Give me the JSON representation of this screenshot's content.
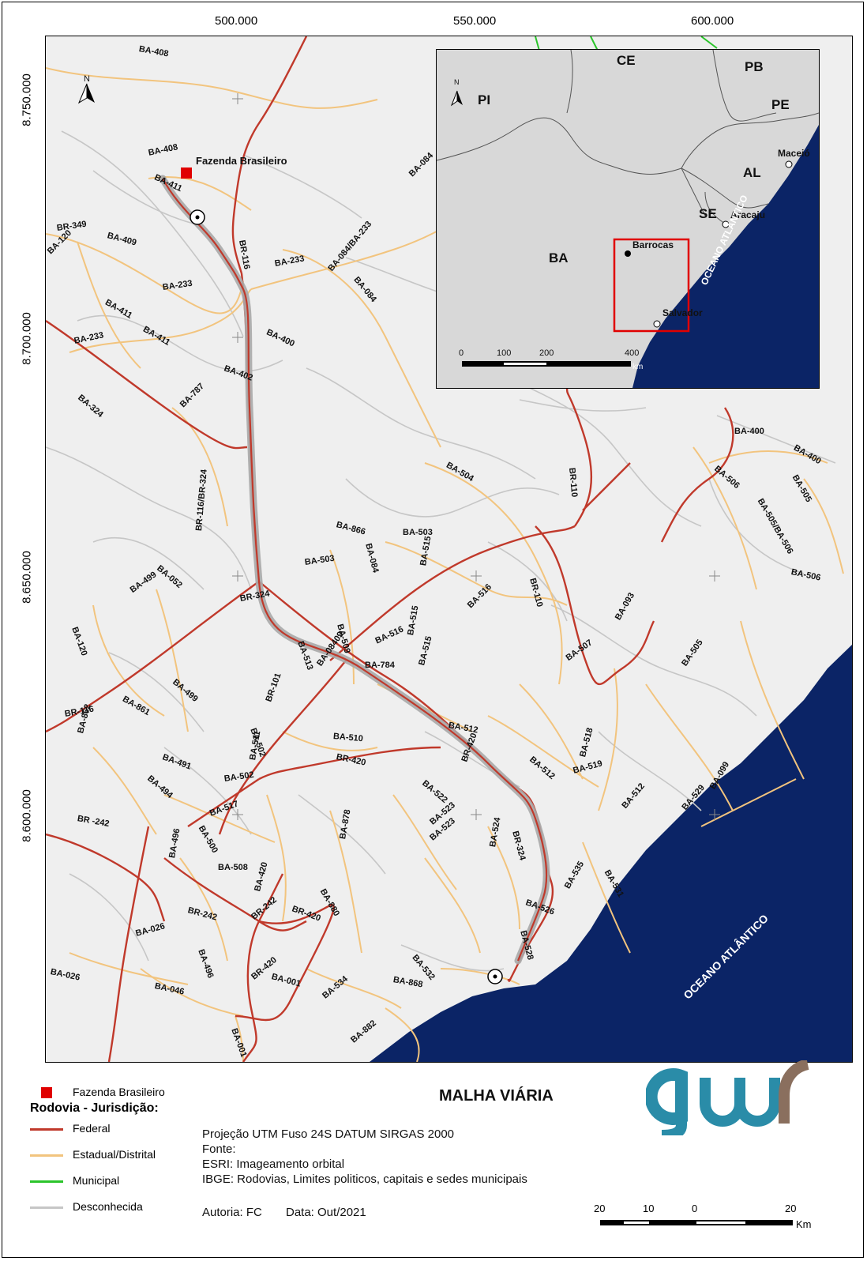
{
  "map": {
    "title": "MALHA VIÁRIA",
    "coords_top": [
      "500.000",
      "550.000",
      "600.000"
    ],
    "coords_left": [
      "8.750.000",
      "8.700.000",
      "8.650.000",
      "8.600.000"
    ],
    "north": "N",
    "site_label": "Fazenda Brasileiro",
    "ocean_label": "OCEANO ATLÂNTICO",
    "road_labels": [
      "BA-408",
      "BA-408",
      "BA-411",
      "BR-349",
      "BA-409",
      "BA-120",
      "BR-116",
      "BA-233",
      "BA-233",
      "BA-084/BA-233",
      "BA-084",
      "BA-084",
      "BA-411",
      "BA-411",
      "BA-233",
      "BA-400",
      "BA-402",
      "BA-787",
      "BA-324",
      "BA-504",
      "BR-110",
      "BA-400",
      "BA-400",
      "BA-505",
      "BA-506",
      "BA-505/BA-506",
      "BA-506",
      "BA-866",
      "BA-084",
      "BA-503",
      "BA-515",
      "BA-503",
      "BR-116/BR-324",
      "BA-052",
      "BA-499",
      "BR-324",
      "BA-120",
      "BA-516",
      "BR-110",
      "BA-093",
      "BA-516",
      "BA-515",
      "BA-509",
      "BA-08409",
      "BA-513",
      "BA-515",
      "BA-784",
      "BA-507",
      "BA-505",
      "BR-101",
      "BA-499",
      "BA-861",
      "BR-116",
      "BA-862",
      "BA-512",
      "BR-420",
      "BA-510",
      "BR-420",
      "BA-502",
      "BA-491",
      "BA-511",
      "BA-502",
      "BA-494",
      "BA-522",
      "BA-523",
      "BA-512",
      "BA-518",
      "BA-519",
      "BA-512",
      "BA-529",
      "BA-099",
      "BR -242",
      "BA-517",
      "BA-500",
      "BA-496",
      "BA-508",
      "BA-420",
      "BA-878",
      "BA-523",
      "BA-524",
      "BR-324",
      "BA-535",
      "BA-531",
      "BA-880",
      "BR-242",
      "BR-242",
      "BR-420",
      "BA-526",
      "BA-026",
      "BA-496",
      "BA-528",
      "BA-532",
      "BA-026",
      "BA-046",
      "BR-420",
      "BA-001",
      "BA-534",
      "BA-868",
      "BA-882",
      "BA-001"
    ]
  },
  "inset": {
    "states": [
      "CE",
      "PB",
      "PE",
      "PI",
      "AL",
      "SE",
      "BA"
    ],
    "cities": [
      "Maceió",
      "Aracaju",
      "Barrocas",
      "Salvador"
    ],
    "ocean_label": "OCEANO ATLÂNTICO",
    "north": "N",
    "scale_ticks": [
      "0",
      "100",
      "200",
      "400"
    ],
    "scale_unit": "km"
  },
  "legend": {
    "site": "Fazenda Brasileiro",
    "heading": "Rodovia - Jurisdição:",
    "items": [
      {
        "label": "Federal",
        "color": "#c0392b"
      },
      {
        "label": "Estadual/Distrital",
        "color": "#f2c47e"
      },
      {
        "label": "Municipal",
        "color": "#2bc42b"
      },
      {
        "label": "Desconhecida",
        "color": "#c6c6c6"
      }
    ]
  },
  "info": {
    "projection": "Projeção UTM Fuso 24S DATUM SIRGAS 2000",
    "source_heading": "Fonte:",
    "source_1": "ESRI: Imageamento orbital",
    "source_2": "IBGE: Rodovias, Limites politicos, capitais e sedes municipais",
    "author": "Autoria: FC",
    "date": "Data: Out/2021"
  },
  "scale": {
    "ticks": [
      "20",
      "10",
      "0",
      "20"
    ],
    "unit": "Km"
  },
  "colors": {
    "federal": "#c0392b",
    "state": "#f2c47e",
    "unknown": "#c6c6c6",
    "ocean": "#0b2466",
    "site": "#e00000",
    "logo_blue": "#2a8ca8",
    "logo_brown": "#8a6f5e"
  }
}
